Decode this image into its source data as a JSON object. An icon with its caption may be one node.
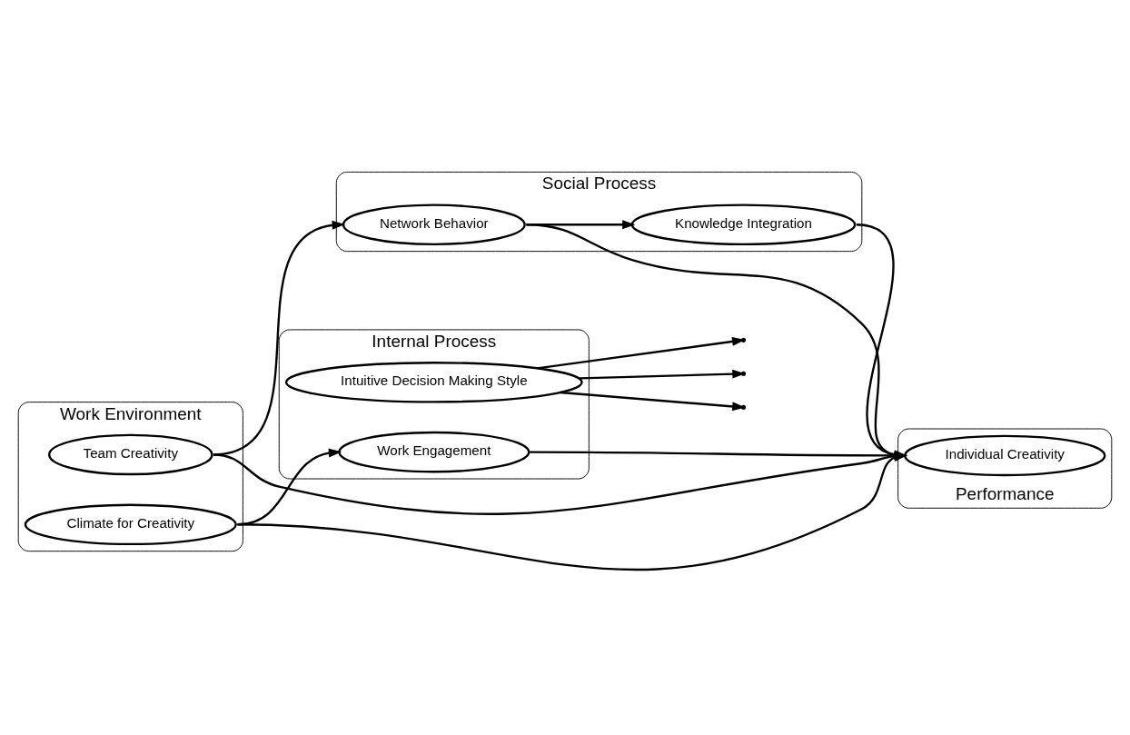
{
  "diagram": {
    "nodes": [
      {
        "text": [
          "Work Environment"
        ]
      },
      {
        "text": [
          "Climate for Creativity"
        ],
        "in": 0
      },
      {
        "text": [
          "Team Creativity"
        ],
        "in": 0
      },
      {
        "text": [
          "Internal Process"
        ]
      },
      {
        "text": [
          "Intuitive Decision Making Style"
        ],
        "in": 3
      },
      {
        "text": [
          "Work Engagement"
        ],
        "in": 3
      },
      {
        "text": [
          "Social Process"
        ]
      },
      {
        "text": [
          "Network Behavior"
        ],
        "in": 6
      },
      {
        "text": [
          "Knowledge Integration"
        ],
        "in": 6
      },
      {
        "text": [
          "Performance"
        ]
      },
      {
        "text": [
          "Individual Creativity"
        ],
        "in": 9
      }
    ],
    "edges": [
      {
        "from": 1,
        "to": 10,
        "arrow": "to"
      },
      {
        "from": 1,
        "to": 5,
        "arrow": "to"
      },
      {
        "from": 4,
        "to": null,
        "arrow": "to"
      },
      {
        "from": 4,
        "to": null,
        "arrow": "to"
      },
      {
        "from": 4,
        "to": null,
        "arrow": "to"
      },
      {
        "from": 5,
        "to": 10,
        "arrow": "to"
      },
      {
        "from": 2,
        "to": 7,
        "arrow": "to"
      },
      {
        "from": 7,
        "to": 8,
        "arrow": "to"
      },
      {
        "from": 7,
        "to": 10,
        "arrow": "to"
      },
      {
        "from": 8,
        "to": 10,
        "arrow": "to"
      },
      {
        "from": 2,
        "to": 10,
        "arrow": "to"
      }
    ]
  }
}
